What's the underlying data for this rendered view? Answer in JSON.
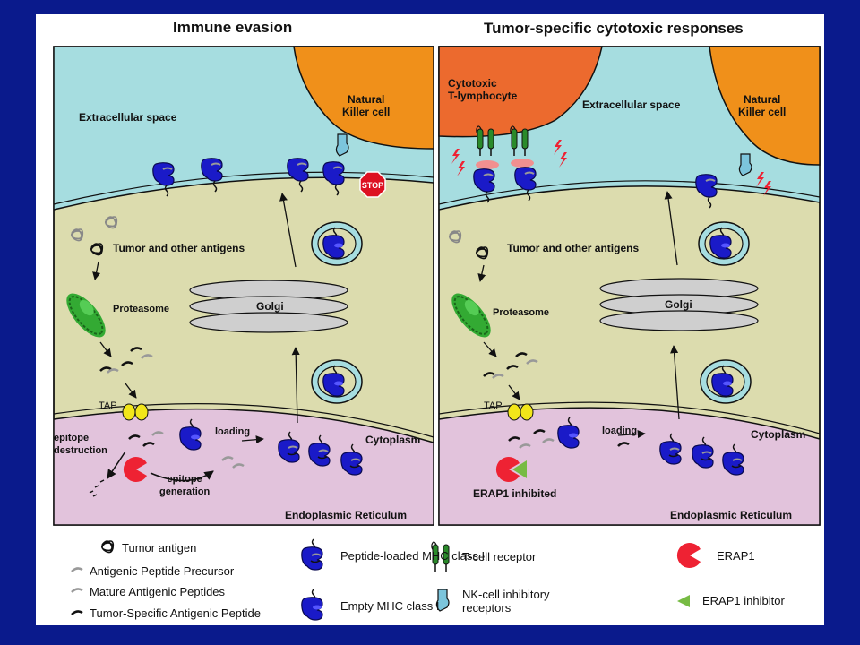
{
  "panels": {
    "left": {
      "title": "Immune evasion",
      "extracellular": "Extracellular space",
      "nk_cell": "Natural\nKiller cell",
      "stop": "STOP",
      "antigens": "Tumor and other antigens",
      "proteasome": "Proteasome",
      "golgi": "Golgi",
      "tap": "TAP",
      "epitope_destruction": "epitope\ndestruction",
      "epitope_generation": "epitope\ngeneration",
      "loading": "loading",
      "cytoplasm": "Cytoplasm",
      "er": "Endoplasmic Reticulum"
    },
    "right": {
      "title": "Tumor-specific cytotoxic responses",
      "ctl": "Cytotoxic\nT-lymphocyte",
      "extracellular": "Extracellular space",
      "nk_cell": "Natural\nKiller cell",
      "antigens": "Tumor and other antigens",
      "proteasome": "Proteasome",
      "golgi": "Golgi",
      "tap": "TAP",
      "loading": "loading",
      "cytoplasm": "Cytoplasm",
      "erap1_inhibited": "ERAP1 inhibited",
      "er": "Endoplasmic Reticulum"
    }
  },
  "legend": {
    "tumor_antigen": "Tumor antigen",
    "precursor": "Antigenic Peptide Precursor",
    "mature": "Mature Antigenic Peptides",
    "tumor_specific": "Tumor-Specific Antigenic Peptide",
    "peptide_loaded_mhc": "Peptide-loaded MHC class I",
    "empty_mhc": "Empty MHC class I",
    "tcr": "T-cell receptor",
    "nk_receptors": "NK-cell inhibitory\nreceptors",
    "erap1": "ERAP1",
    "erap1_inhibitor": "ERAP1 inhibitor"
  },
  "colors": {
    "background": "#0a1a8c",
    "extracellular": "#a6dde0",
    "cytoplasm": "#dcdcae",
    "er": "#e2c3dc",
    "nk_cell": "#f0901a",
    "ctl": "#ec6a2e",
    "mhc": "#1a1ac8",
    "tcr": "#2a8a2a",
    "erap1": "#ee2233",
    "inhibitor": "#77bb44",
    "tap": "#f2e61a",
    "stop": "#dd1122",
    "proteasome": "#33aa33"
  }
}
